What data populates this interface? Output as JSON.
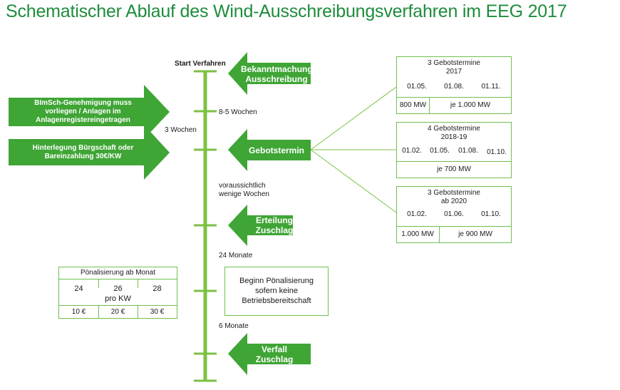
{
  "title": "Schematischer Ablauf des Wind-Ausschreibungsverfahren im EEG 2017",
  "timeline": {
    "start_label": "Start Verfahren",
    "intervals": {
      "first": "8-5 Wochen",
      "second_line1": "voraussichtlich",
      "second_line2": "wenige Wochen",
      "third": "24 Monate",
      "fourth": "6 Monate",
      "left": "3 Wochen"
    }
  },
  "arrows": {
    "bekanntmachung": [
      "Bekanntmachung",
      "Ausschreibung"
    ],
    "gebotstermin": [
      "Gebotstermin"
    ],
    "erteilung": [
      "Erteilung",
      "Zuschlag"
    ],
    "verfall": [
      "Verfall",
      "Zuschlag"
    ],
    "bimsch": [
      "BImSch-Genehmigung muss",
      "vorliegen / Anlagen im",
      "Anlagenregistereingetragen"
    ],
    "hinterlegung": [
      "Hinterlegung Bürgschaft oder",
      "Bareinzahlung 30€/KW"
    ]
  },
  "boxes": {
    "b2017": {
      "title1": "3 Gebotstermine",
      "title2": "2017",
      "dates": [
        "01.05.",
        "01.08.",
        "01.11."
      ],
      "mw1": "800 MW",
      "mw2": "je 1.000 MW"
    },
    "b2018": {
      "title1": "4 Gebotstermine",
      "title2": "2018-19",
      "dates": [
        "01.02.",
        "01.05.",
        "01.08.",
        "01.10."
      ],
      "mw": "je 700 MW"
    },
    "b2020": {
      "title1": "3 Gebotstermine",
      "title2": "ab 2020",
      "dates": [
        "01.02.",
        "01.06.",
        "01.10."
      ],
      "mw1": "1.000 MW",
      "mw2": "je 900 MW"
    },
    "poenal": {
      "title": "Pönalisierung ab Monat",
      "months": [
        "24",
        "26",
        "28"
      ],
      "sub": "pro KW",
      "prices": [
        "10 €",
        "20 €",
        "30 €"
      ]
    },
    "beginn": [
      "Beginn Pönalisierung",
      "sofern keine",
      "Betriebsbereitschaft"
    ]
  },
  "colors": {
    "green_arrow": "#3fa535",
    "line_green": "#7cc142",
    "title_green": "#1e8c3c",
    "box_border": "#6fc04f"
  }
}
